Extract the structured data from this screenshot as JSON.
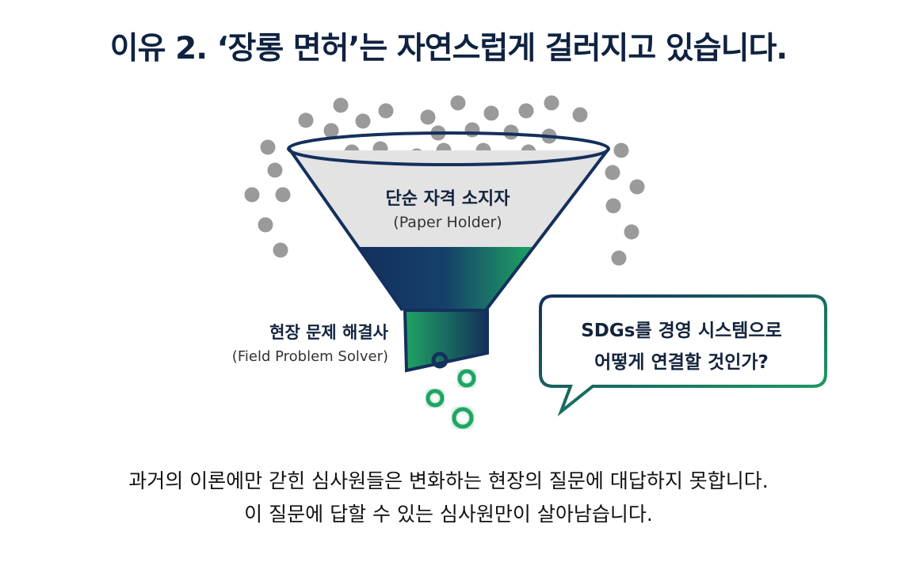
{
  "title": "이유 2. ‘장롱 면허’는 자연스럽게 걸러지고 있습니다.",
  "funnel": {
    "label": "단순 자격 소지자",
    "sublabel": "(Paper Holder)"
  },
  "output": {
    "label": "현장 문제 해결사",
    "sublabel": "(Field Problem Solver)"
  },
  "bubble": {
    "line1": "SDGs를 경영 시스템으로",
    "line2": "어떻게 연결할 것인가?"
  },
  "footer": {
    "line1": "과거의 이론에만 갇힌 심사원들은 변화하는 현장의 질문에 대답하지 못합니다.",
    "line2": "이 질문에 답할 수 있는 심사원만이 살아남습니다."
  },
  "colors": {
    "navy": "#14305c",
    "green": "#1fa463",
    "gray": "#9a9a9a"
  }
}
